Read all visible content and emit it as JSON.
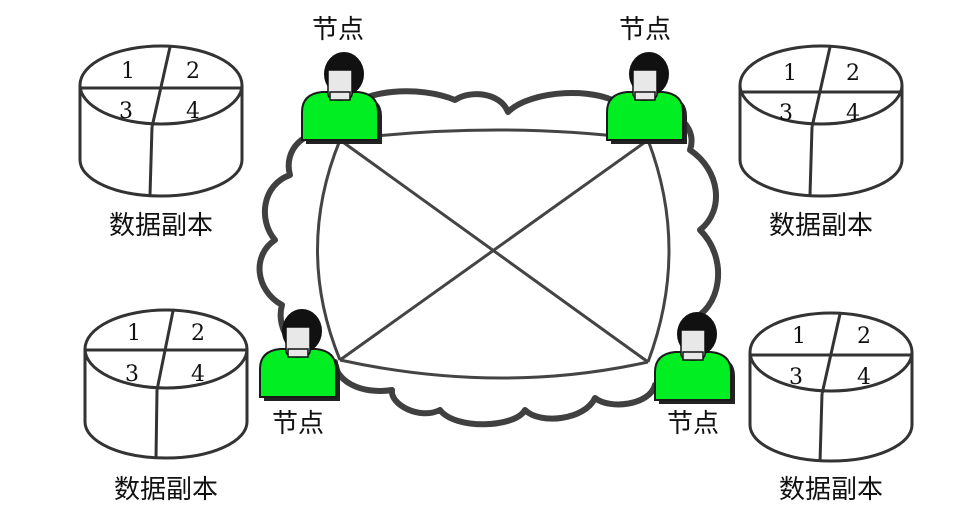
{
  "nodes": [
    {
      "label": "节点"
    },
    {
      "label": "节点"
    },
    {
      "label": "节点"
    },
    {
      "label": "节点"
    }
  ],
  "replicas": [
    {
      "label": "数据副本",
      "cells": [
        "1",
        "2",
        "3",
        "4"
      ]
    },
    {
      "label": "数据副本",
      "cells": [
        "1",
        "2",
        "3",
        "4"
      ]
    },
    {
      "label": "数据副本",
      "cells": [
        "1",
        "2",
        "3",
        "4"
      ]
    },
    {
      "label": "数据副本",
      "cells": [
        "1",
        "2",
        "3",
        "4"
      ]
    }
  ],
  "colors": {
    "node_body": "#00ee22",
    "stroke": "#333333",
    "hair": "#111111",
    "face": "#e6e6e6"
  }
}
